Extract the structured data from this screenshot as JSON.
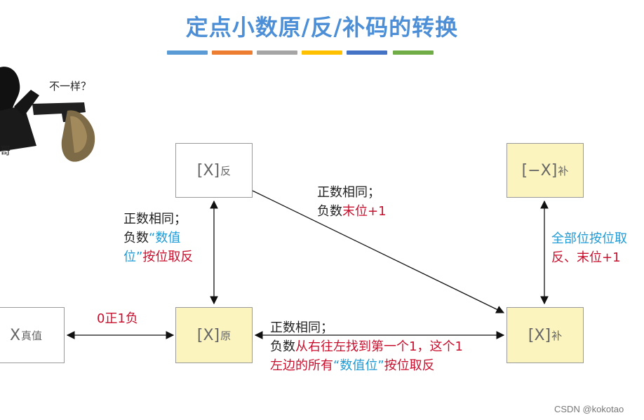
{
  "title": "定点小数原/反/补码的转换",
  "title_bar_colors": [
    "#5b9bd5",
    "#ed7d31",
    "#a5a5a5",
    "#ffc000",
    "#4472c4",
    "#70ad47"
  ],
  "meme": {
    "speech": "不一样？",
    "fragment": "哥"
  },
  "nodes": {
    "xf": {
      "main": "[X]",
      "sub": "反"
    },
    "xnb": {
      "main": "[−X]",
      "sub": "补"
    },
    "xz": {
      "main": "X",
      "sub": "真值"
    },
    "xy": {
      "main": "[X]",
      "sub": "原"
    },
    "xb": {
      "main": "[X]",
      "sub": "补"
    }
  },
  "edges": {
    "yuan_fan": {
      "line1": "正数相同；",
      "line2a": "负数",
      "line2b": "“数值",
      "line3a": "位”",
      "line3b": "按位取反"
    },
    "fan_bu": {
      "line1": "正数相同；",
      "line2a": "负数",
      "line2b": "末位+1"
    },
    "bu_negbu": {
      "line1": "全部位按位取",
      "line2": "反、末位+1"
    },
    "zhen_yuan": {
      "text": "0正1负"
    },
    "yuan_bu": {
      "line1": "正数相同；",
      "line2a": "负数",
      "line2b": "从右往左找到第一个1，这个1",
      "line3a": "左边的所有",
      "line3b": "“数值位”",
      "line3c": "按位取反"
    }
  },
  "footer": "CSDN @kokotao"
}
